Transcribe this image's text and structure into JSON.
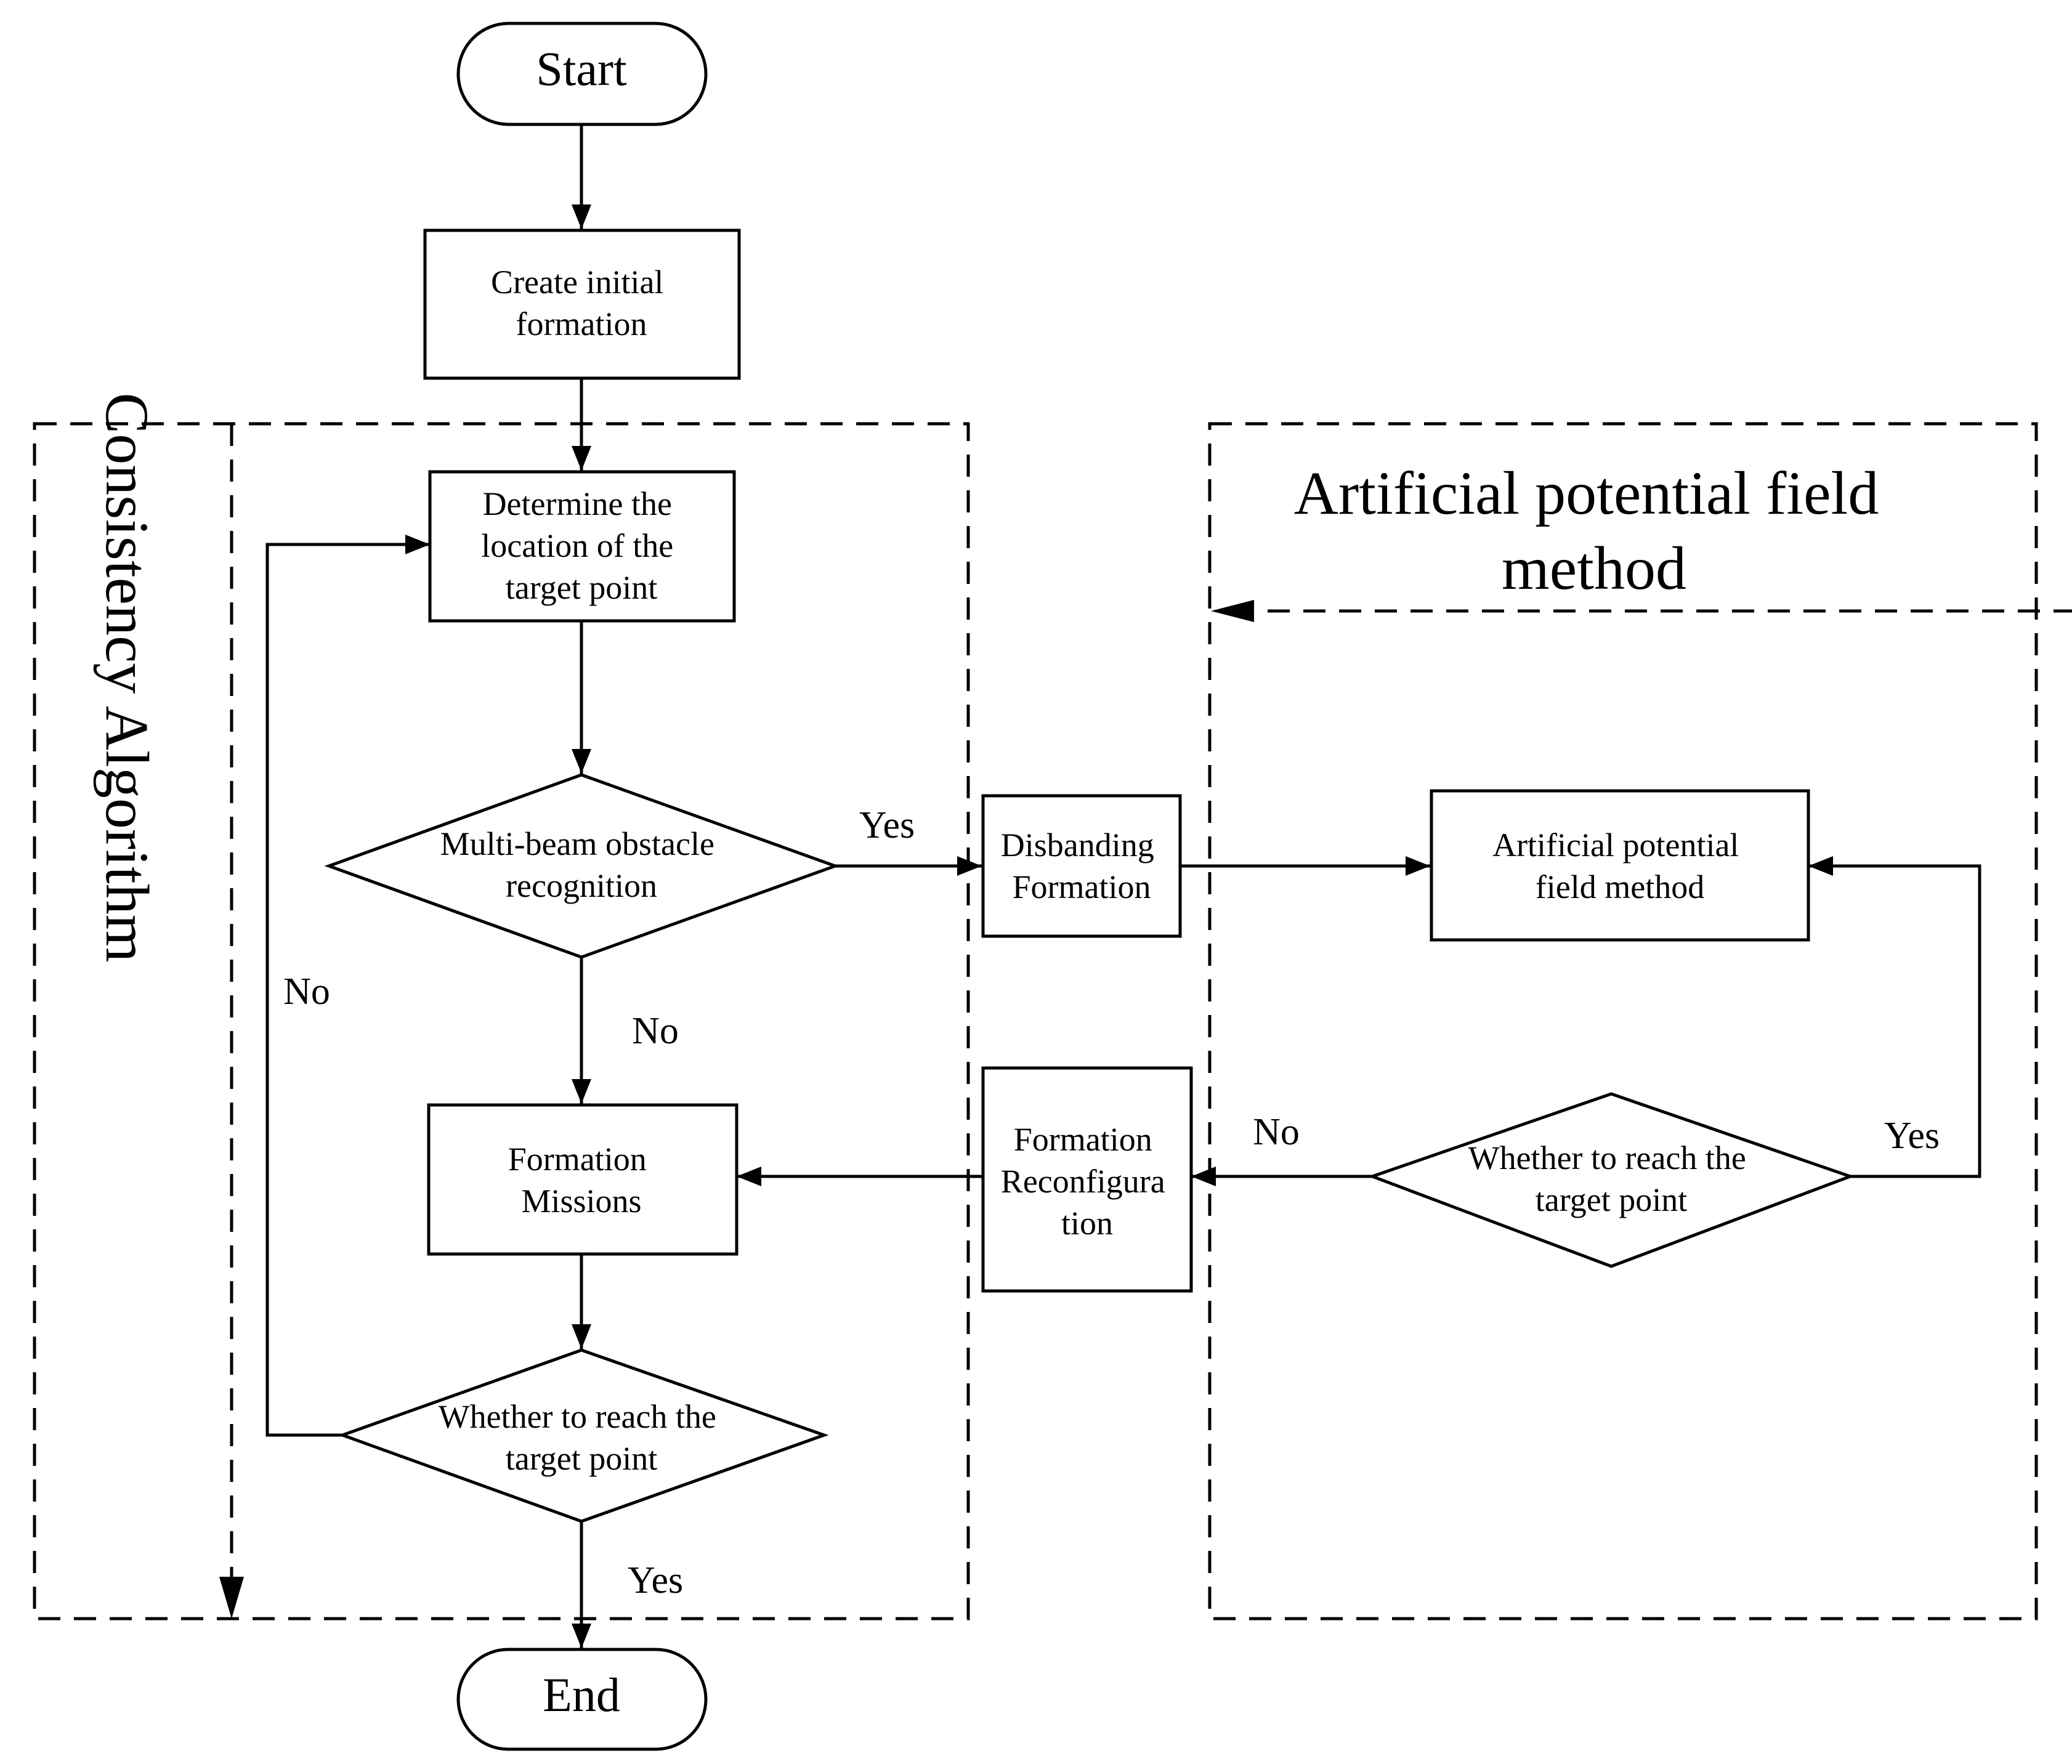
{
  "nodes": {
    "start": {
      "lines": [
        "Start"
      ]
    },
    "create": {
      "lines": [
        "Create initial",
        "formation"
      ]
    },
    "determine": {
      "lines": [
        "Determine the",
        "location of the",
        "target point"
      ]
    },
    "multibeam": {
      "lines": [
        "Multi-beam obstacle",
        "recognition"
      ]
    },
    "missions": {
      "lines": [
        "Formation",
        "Missions"
      ]
    },
    "reach_left": {
      "lines": [
        "Whether to reach the",
        "target point"
      ]
    },
    "end": {
      "lines": [
        "End"
      ]
    },
    "disbanding": {
      "lines": [
        "Disbanding",
        "Formation"
      ]
    },
    "apf": {
      "lines": [
        "Artificial potential",
        "field method"
      ]
    },
    "reconfig": {
      "lines": [
        "Formation",
        "Reconfigura",
        "tion"
      ]
    },
    "reach_right": {
      "lines": [
        "Whether to reach the",
        "target point"
      ]
    }
  },
  "regions": {
    "consistency": {
      "label": "Consistency Algorithm"
    },
    "apf": {
      "lines": [
        "Artificial potential field",
        "method"
      ]
    }
  },
  "edges": {
    "multibeam_yes": "Yes",
    "multibeam_no": "No",
    "reach_left_no": "No",
    "reach_left_yes": "Yes",
    "reach_right_no": "No",
    "reach_right_yes": "Yes"
  }
}
